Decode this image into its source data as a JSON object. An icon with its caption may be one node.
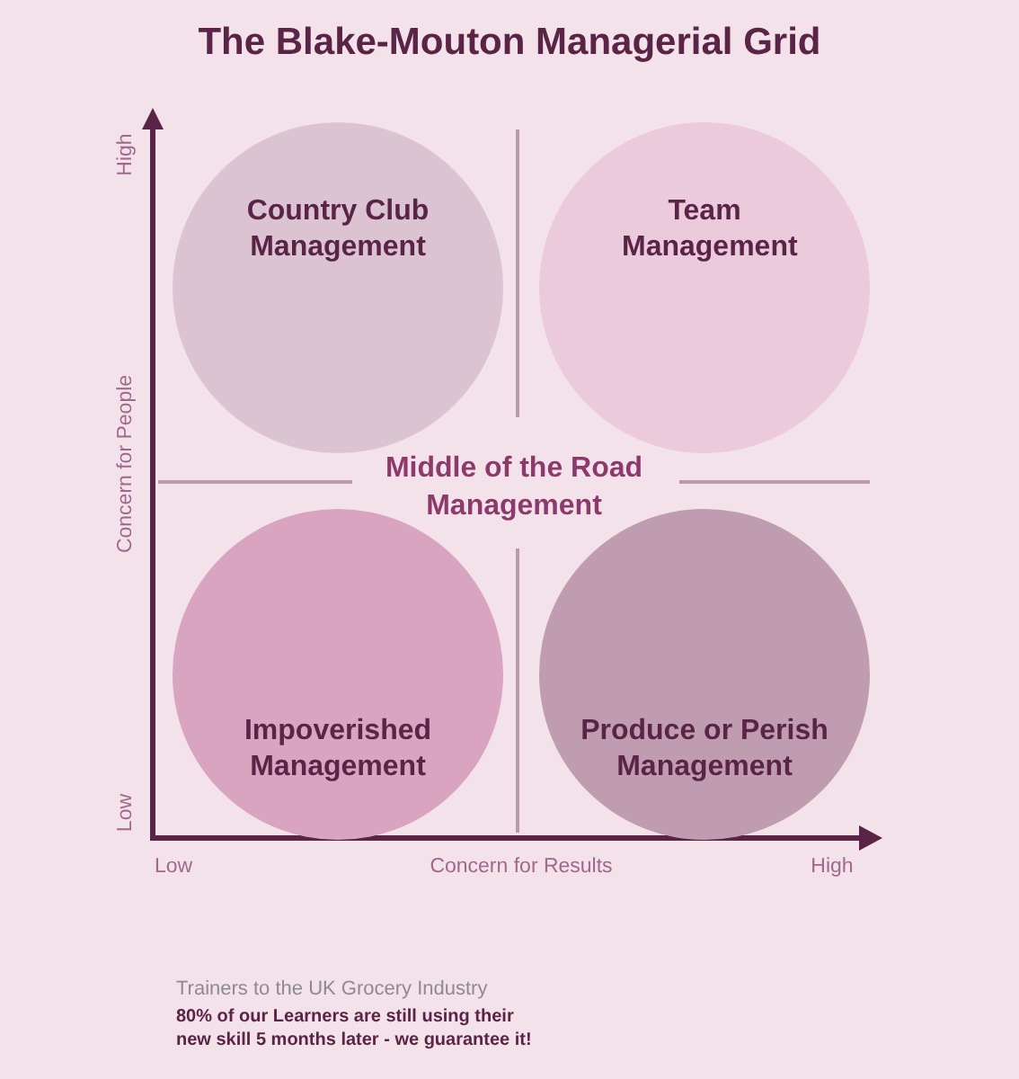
{
  "diagram": {
    "title": "The Blake-Mouton Managerial Grid",
    "nodes": [
      {
        "text": [
          "Country Club Management"
        ]
      },
      {
        "text": [
          "Team Management"
        ]
      },
      {
        "text": [
          "Impoverished Management"
        ]
      },
      {
        "text": [
          "Produce or Perish Management"
        ]
      }
    ],
    "edges": [],
    "labels": [
      "High",
      "Concern for People",
      "Middle of the Road Management",
      "Low",
      "Low",
      "Concern for Results",
      "High",
      "Trainers to the UK Grocery Industry",
      "80% of our Learners are still using their new skill 5 months later - we guarantee it!"
    ]
  }
}
